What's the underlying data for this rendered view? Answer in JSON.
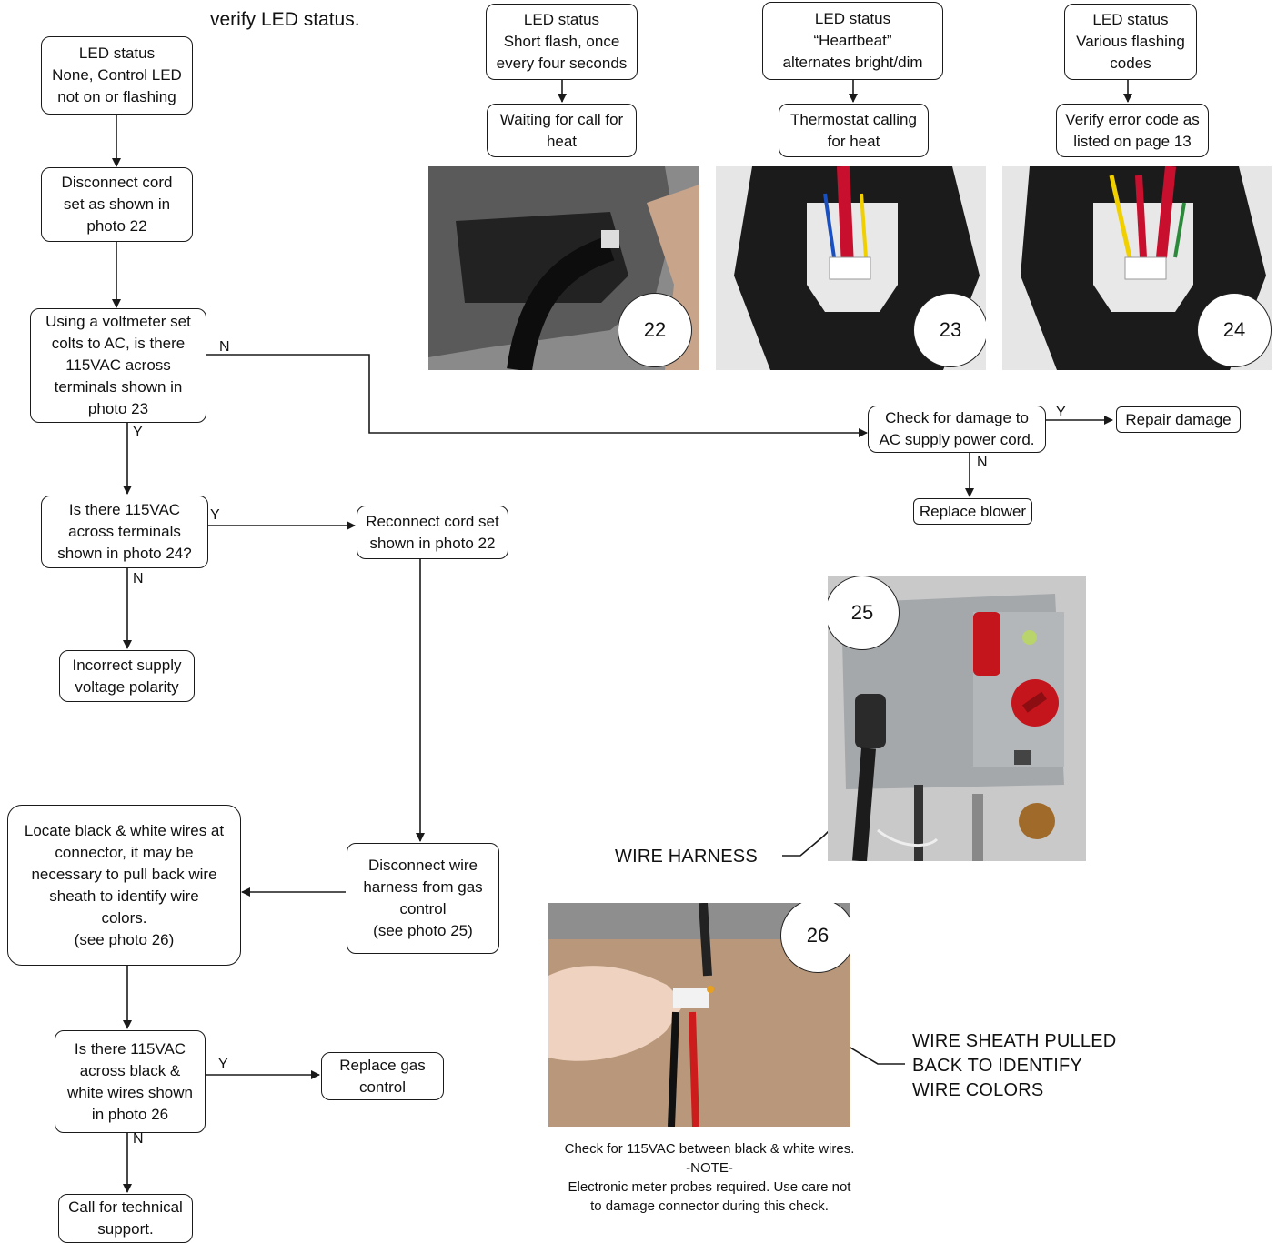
{
  "intro_text": "verify LED status.",
  "boxes": {
    "led_none": "LED status\nNone, Control LED\nnot on or flashing",
    "disconnect_cord": "Disconnect cord\nset as shown in\nphoto 22",
    "voltmeter": "Using a voltmeter set\ncolts to AC, is there\n115VAC across\nterminals shown in\nphoto 23",
    "check_115_photo24": "Is there 115VAC\nacross terminals\nshown in photo 24?",
    "incorrect_polarity": "Incorrect supply\nvoltage polarity",
    "reconnect_cord": "Reconnect cord set\nshown in photo 22",
    "disconnect_harness": "Disconnect wire\nharness from gas\ncontrol\n(see photo 25)",
    "locate_wires": "Locate black & white wires at\nconnector, it may be\nnecessary to pull back wire\nsheath to identify wire\ncolors.\n(see photo 26)",
    "check_black_white": "Is there 115VAC\nacross black &\nwhite wires shown\nin photo 26",
    "replace_gas_control": "Replace gas\ncontrol",
    "call_support": "Call for technical\nsupport.",
    "led_short_flash": "LED status\nShort flash, once\nevery four seconds",
    "waiting_call": "Waiting for call for\nheat",
    "led_heartbeat": "LED status\n“Heartbeat”\nalternates bright/dim",
    "thermostat_calling": "Thermostat calling\nfor heat",
    "led_various": "LED status\nVarious flashing\ncodes",
    "verify_error": "Verify error code as\nlisted on page 13",
    "check_damage": "Check for damage to\nAC supply power cord.",
    "repair_damage": "Repair damage",
    "replace_blower": "Replace blower"
  },
  "edge_labels": {
    "voltmeter_no": "N",
    "voltmeter_yes": "Y",
    "photo24_yes": "Y",
    "photo24_no": "N",
    "damage_yes": "Y",
    "damage_no": "N",
    "blackwhite_yes": "Y",
    "blackwhite_no": "N"
  },
  "photos": {
    "p22": "22",
    "p23": "23",
    "p24": "24",
    "p25": "25",
    "p26": "26"
  },
  "captions": {
    "wire_harness": "WIRE HARNESS",
    "wire_sheath": "WIRE SHEATH PULLED\nBACK TO IDENTIFY\nWIRE COLORS"
  },
  "note": "Check for 115VAC between black & white wires.\n-NOTE-\nElectronic meter probes required.  Use care not\nto damage connector during this check.",
  "colors": {
    "line": "#1a1a1a",
    "wire_red": "#d0202a",
    "panel_gray": "#a4a8ab",
    "photo_bg": "#3a3a3a"
  }
}
